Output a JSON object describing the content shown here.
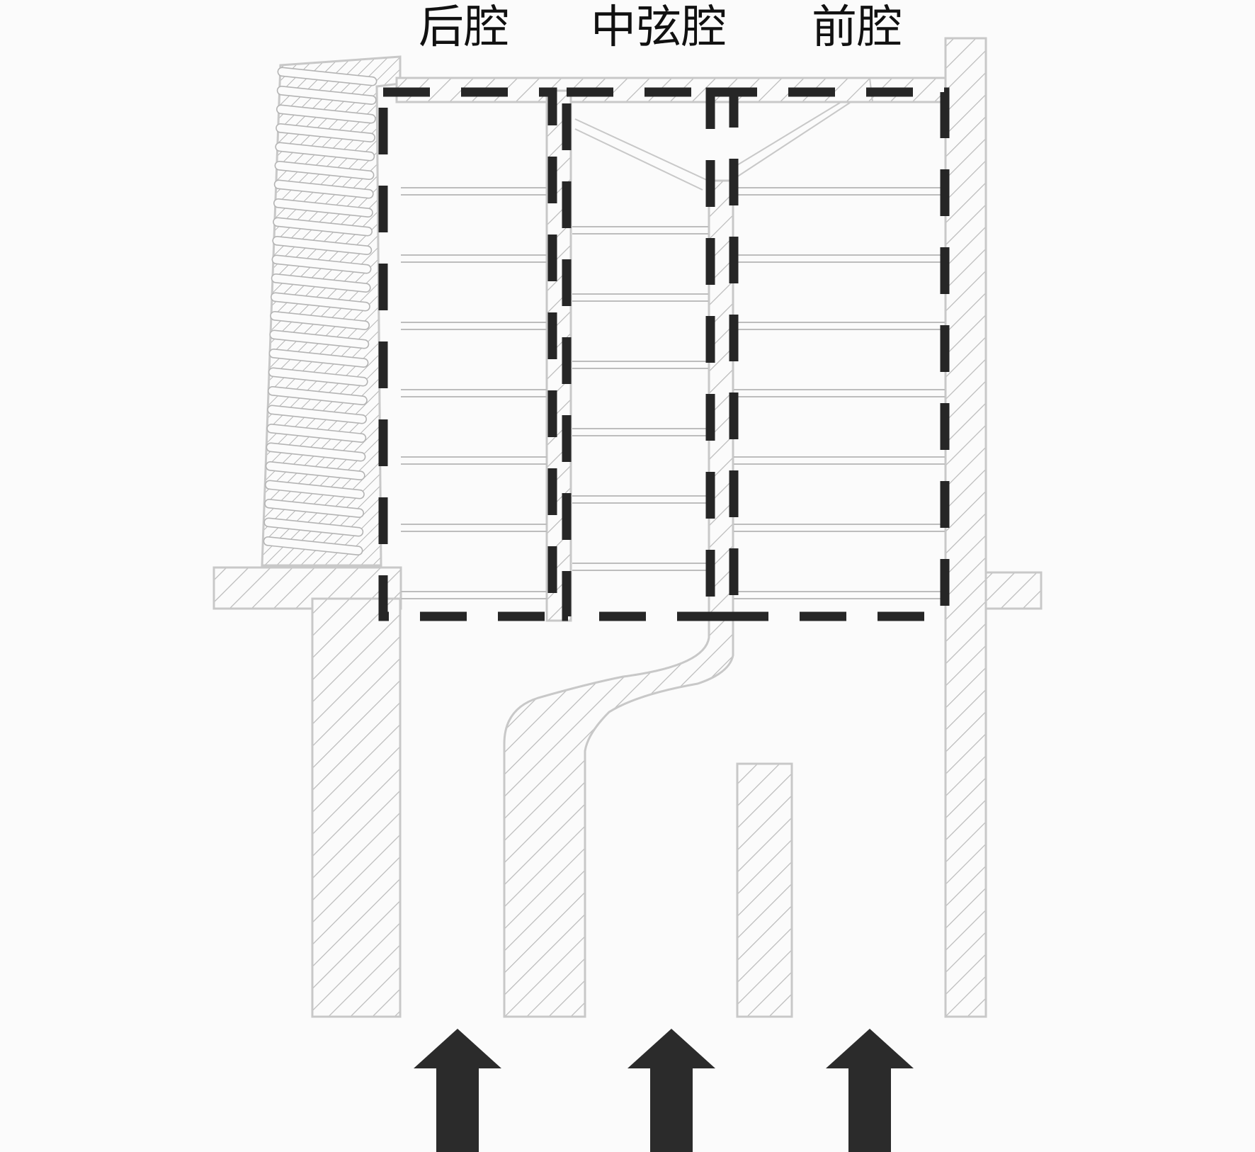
{
  "labels": {
    "rear_cavity": "后腔",
    "mid_chord_cavity": "中弦腔",
    "front_cavity": "前腔"
  },
  "colors": {
    "background": "#fbfbfb",
    "hatch_stroke": "#b9b9b9",
    "outline": "#c8c8c8",
    "dashed_boundary": "#262626",
    "arrow_fill": "#2b2b2b",
    "text": "#111111"
  }
}
